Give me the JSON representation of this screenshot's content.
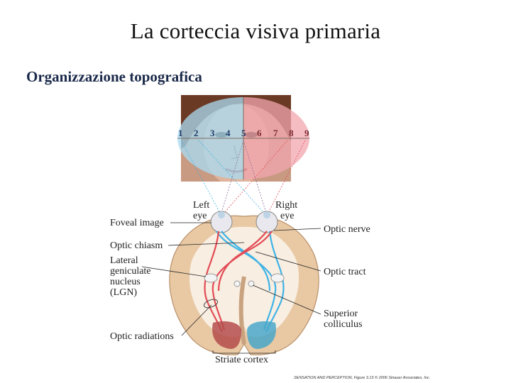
{
  "slide": {
    "title": "La corteccia visiva primaria",
    "subtitle": "Organizzazione topografica"
  },
  "figure": {
    "field_numbers": [
      "1",
      "2",
      "3",
      "4",
      "5",
      "6",
      "7",
      "8",
      "9"
    ],
    "left_eye": [
      "Left",
      "eye"
    ],
    "right_eye": [
      "Right",
      "eye"
    ],
    "labels_left": {
      "foveal_image": "Foveal image",
      "optic_chiasm": "Optic chiasm",
      "lgn": [
        "Lateral",
        "geniculate",
        "nucleus",
        "(LGN)"
      ],
      "optic_radiations": "Optic radiations"
    },
    "labels_right": {
      "optic_nerve": "Optic nerve",
      "optic_tract": "Optic tract",
      "superior_colliculus": [
        "Superior",
        "colliculus"
      ]
    },
    "striate_cortex": "Striate cortex",
    "credit": "SENSATION AND PERCEPTION, Figure 3.13  © 2006 Sinauer Associates, Inc.",
    "colors": {
      "left_field": "#a9dcf1",
      "right_field": "#f2a6ad",
      "left_pathway": "#3fb3e6",
      "right_pathway": "#e34b55",
      "brain": "#e9c9a4",
      "white_matter": "#f8eee2"
    }
  }
}
